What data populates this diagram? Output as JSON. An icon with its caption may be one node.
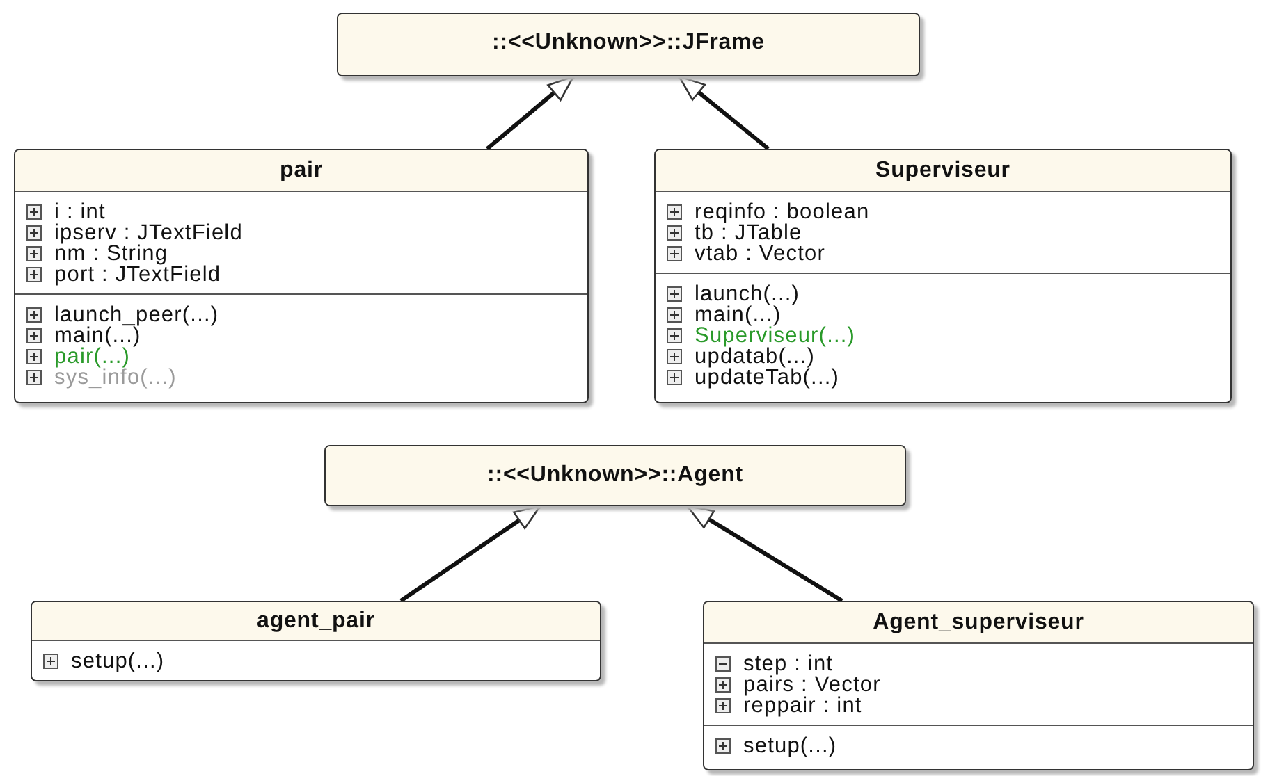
{
  "diagram": {
    "nodes": [
      {
        "text": [
          "::<<Unknown>>::JFrame"
        ]
      },
      {
        "text": [
          "pair",
          "i : int",
          "ipserv : JTextField",
          "nm : String",
          "port : JTextField",
          "launch_peer(...)",
          "main(...)",
          "pair(...)",
          "sys_info(...)"
        ]
      },
      {
        "text": [
          "Superviseur",
          "reqinfo : boolean",
          "tb : JTable",
          "vtab : Vector",
          "launch(...)",
          "main(...)",
          "Superviseur(...)",
          "updatab(...)",
          "updateTab(...)"
        ]
      },
      {
        "text": [
          "::<<Unknown>>::Agent"
        ]
      },
      {
        "text": [
          "agent_pair",
          "setup(...)"
        ]
      },
      {
        "text": [
          "Agent_superviseur",
          "step : int",
          "pairs : Vector",
          "reppair : int",
          "setup(...)"
        ]
      }
    ],
    "edges": [
      {
        "from": 1,
        "to": 0,
        "arrow": "to"
      },
      {
        "from": 2,
        "to": 0,
        "arrow": "to"
      },
      {
        "from": 4,
        "to": 3,
        "arrow": "to"
      },
      {
        "from": 5,
        "to": 3,
        "arrow": "to"
      }
    ]
  }
}
